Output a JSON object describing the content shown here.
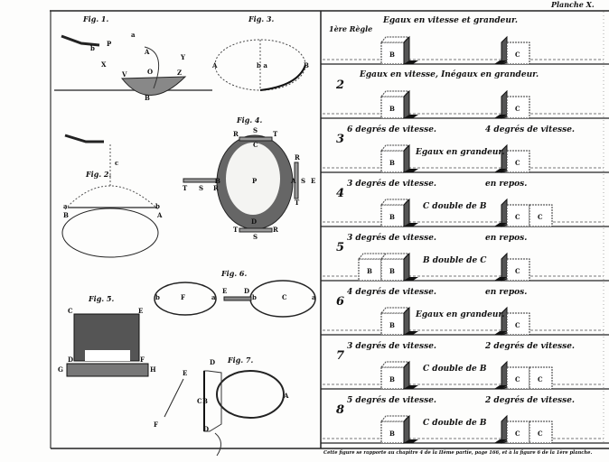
{
  "plate_title": "Planche X.",
  "footer_note": "Cette figure se rapporte au chapitre 4 de la IIème partie, page 166, et à la figure 6 de la 1ère planche.",
  "figures": [
    {
      "title": "Fig. 1.",
      "labels": [
        "b",
        "P",
        "a",
        "A",
        "Y",
        "X",
        "O",
        "V",
        "Z",
        "B"
      ]
    },
    {
      "title": "Fig. 2.",
      "labels": [
        "c",
        "a",
        "b",
        "B",
        "A"
      ]
    },
    {
      "title": "Fig. 3.",
      "labels": [
        "A",
        "b a",
        "B"
      ]
    },
    {
      "title": "Fig. 4.",
      "labels": [
        "R",
        "S",
        "T",
        "C",
        "B",
        "T",
        "S",
        "R",
        "P",
        "A",
        "R",
        "S",
        "T",
        "E",
        "D",
        "T",
        "S",
        "R"
      ]
    },
    {
      "title": "Fig. 5.",
      "labels": [
        "C",
        "E",
        "D",
        "F",
        "G",
        "H"
      ]
    },
    {
      "title": "Fig. 6.",
      "labels": [
        "b",
        "F",
        "a",
        "E",
        "D",
        "b",
        "C",
        "a"
      ]
    },
    {
      "title": "Fig. 7.",
      "labels": [
        "D",
        "E",
        "F",
        "C",
        "B",
        "A",
        "D"
      ]
    }
  ],
  "rules": [
    {
      "number": "1ère Règle",
      "left": "",
      "right": "",
      "center": "Egaux en vitesse et grandeur.",
      "b_blocks": [
        "B"
      ],
      "c_blocks": [
        "C"
      ]
    },
    {
      "number": "2",
      "left": "",
      "right": "",
      "center": "Egaux en vitesse, Inégaux en grandeur.",
      "b_blocks": [
        "B"
      ],
      "c_blocks": [
        "C"
      ]
    },
    {
      "number": "3",
      "left": "6 degrés de vitesse.",
      "right": "4 degrés de vitesse.",
      "center": "Egaux en grandeur.",
      "b_blocks": [
        "B"
      ],
      "c_blocks": [
        "C"
      ]
    },
    {
      "number": "4",
      "left": "3 degrés de vitesse.",
      "right": "en repos.",
      "center": "C double de B",
      "b_blocks": [
        "B"
      ],
      "c_blocks": [
        "C",
        "C"
      ]
    },
    {
      "number": "5",
      "left": "3 degrés de vitesse.",
      "right": "en repos.",
      "center": "B double de C",
      "b_blocks": [
        "B",
        "B"
      ],
      "c_blocks": [
        "C"
      ]
    },
    {
      "number": "6",
      "left": "4 degrés de vitesse.",
      "right": "en repos.",
      "center": "Egaux en grandeur.",
      "b_blocks": [
        "B"
      ],
      "c_blocks": [
        "C"
      ]
    },
    {
      "number": "7",
      "left": "3 degrés de vitesse.",
      "right": "2 degrés de vitesse.",
      "center": "C double de B",
      "b_blocks": [
        "B"
      ],
      "c_blocks": [
        "C",
        "C"
      ]
    },
    {
      "number": "8",
      "left": "5 degrés de vitesse.",
      "right": "2 degrés de vitesse.",
      "center": "C double de B",
      "b_blocks": [
        "B"
      ],
      "c_blocks": [
        "C",
        "C"
      ]
    }
  ]
}
